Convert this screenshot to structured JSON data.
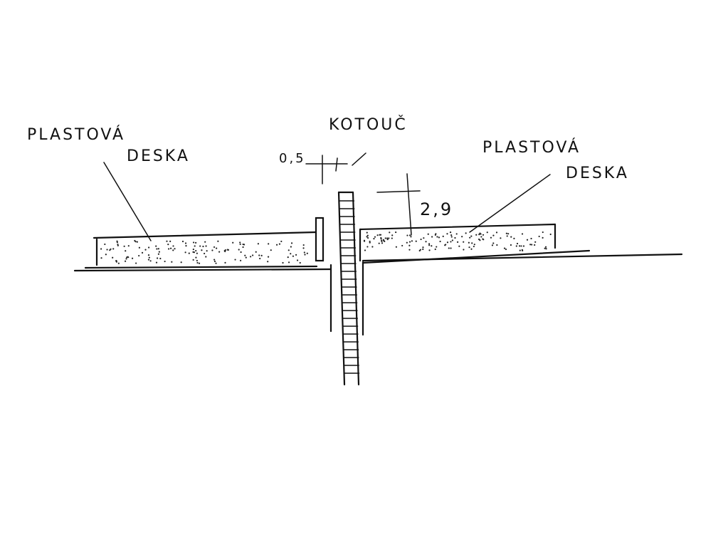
{
  "labels": {
    "left_plate_line1": "PLASTOVÁ",
    "left_plate_line2": "DESKA",
    "disc": "KOTOUČ",
    "gap_dimension": "0,5",
    "right_plate_line1": "PLASTOVÁ",
    "right_plate_line2": "DESKA",
    "height_dimension": "2,9"
  }
}
